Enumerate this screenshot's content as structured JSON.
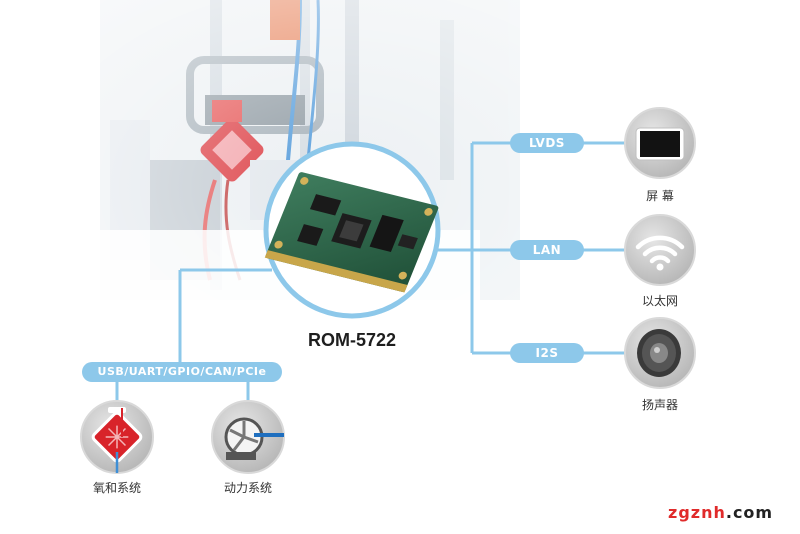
{
  "product": {
    "name": "ROM-5722"
  },
  "interfaces": {
    "lvds": "LVDS",
    "lan": "LAN",
    "i2s": "I2S",
    "io": "USB/UART/GPIO/CAN/PCIe"
  },
  "devices": {
    "screen": {
      "label": "屏 幕",
      "icon": "display-icon"
    },
    "ethernet": {
      "label": "以太网",
      "icon": "wifi-icon"
    },
    "speaker": {
      "label": "扬声器",
      "icon": "speaker-icon"
    },
    "oxygen": {
      "label": "氧和系统",
      "icon": "oxygenator-icon"
    },
    "power": {
      "label": "动力系统",
      "icon": "pump-icon"
    }
  },
  "watermark": {
    "prefix": "zgznh",
    "suffix": ".com"
  },
  "colors": {
    "line": "#8dc8ea",
    "accent": "#d8232a",
    "circle": "#c9c9c9"
  }
}
